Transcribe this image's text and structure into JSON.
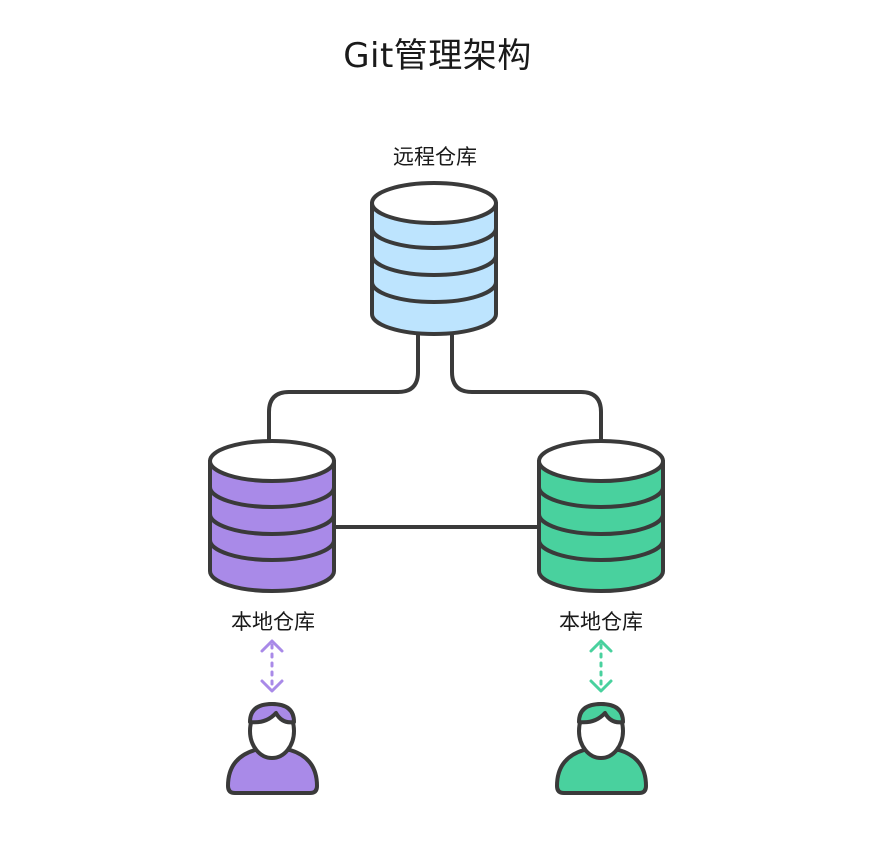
{
  "title": "Git管理架构",
  "remote": {
    "label": "远程仓库",
    "color": "#BDE4FE"
  },
  "local_left": {
    "label": "本地仓库",
    "color": "#A98AE8",
    "arrow_color": "#A98AE8"
  },
  "local_right": {
    "label": "本地仓库",
    "color": "#49D19E",
    "arrow_color": "#49D19E"
  },
  "outline_color": "#3A3A3A",
  "icons": {
    "remote_db": "database-icon",
    "local_db": "database-icon",
    "user": "user-icon",
    "arrow": "double-arrow-icon"
  }
}
